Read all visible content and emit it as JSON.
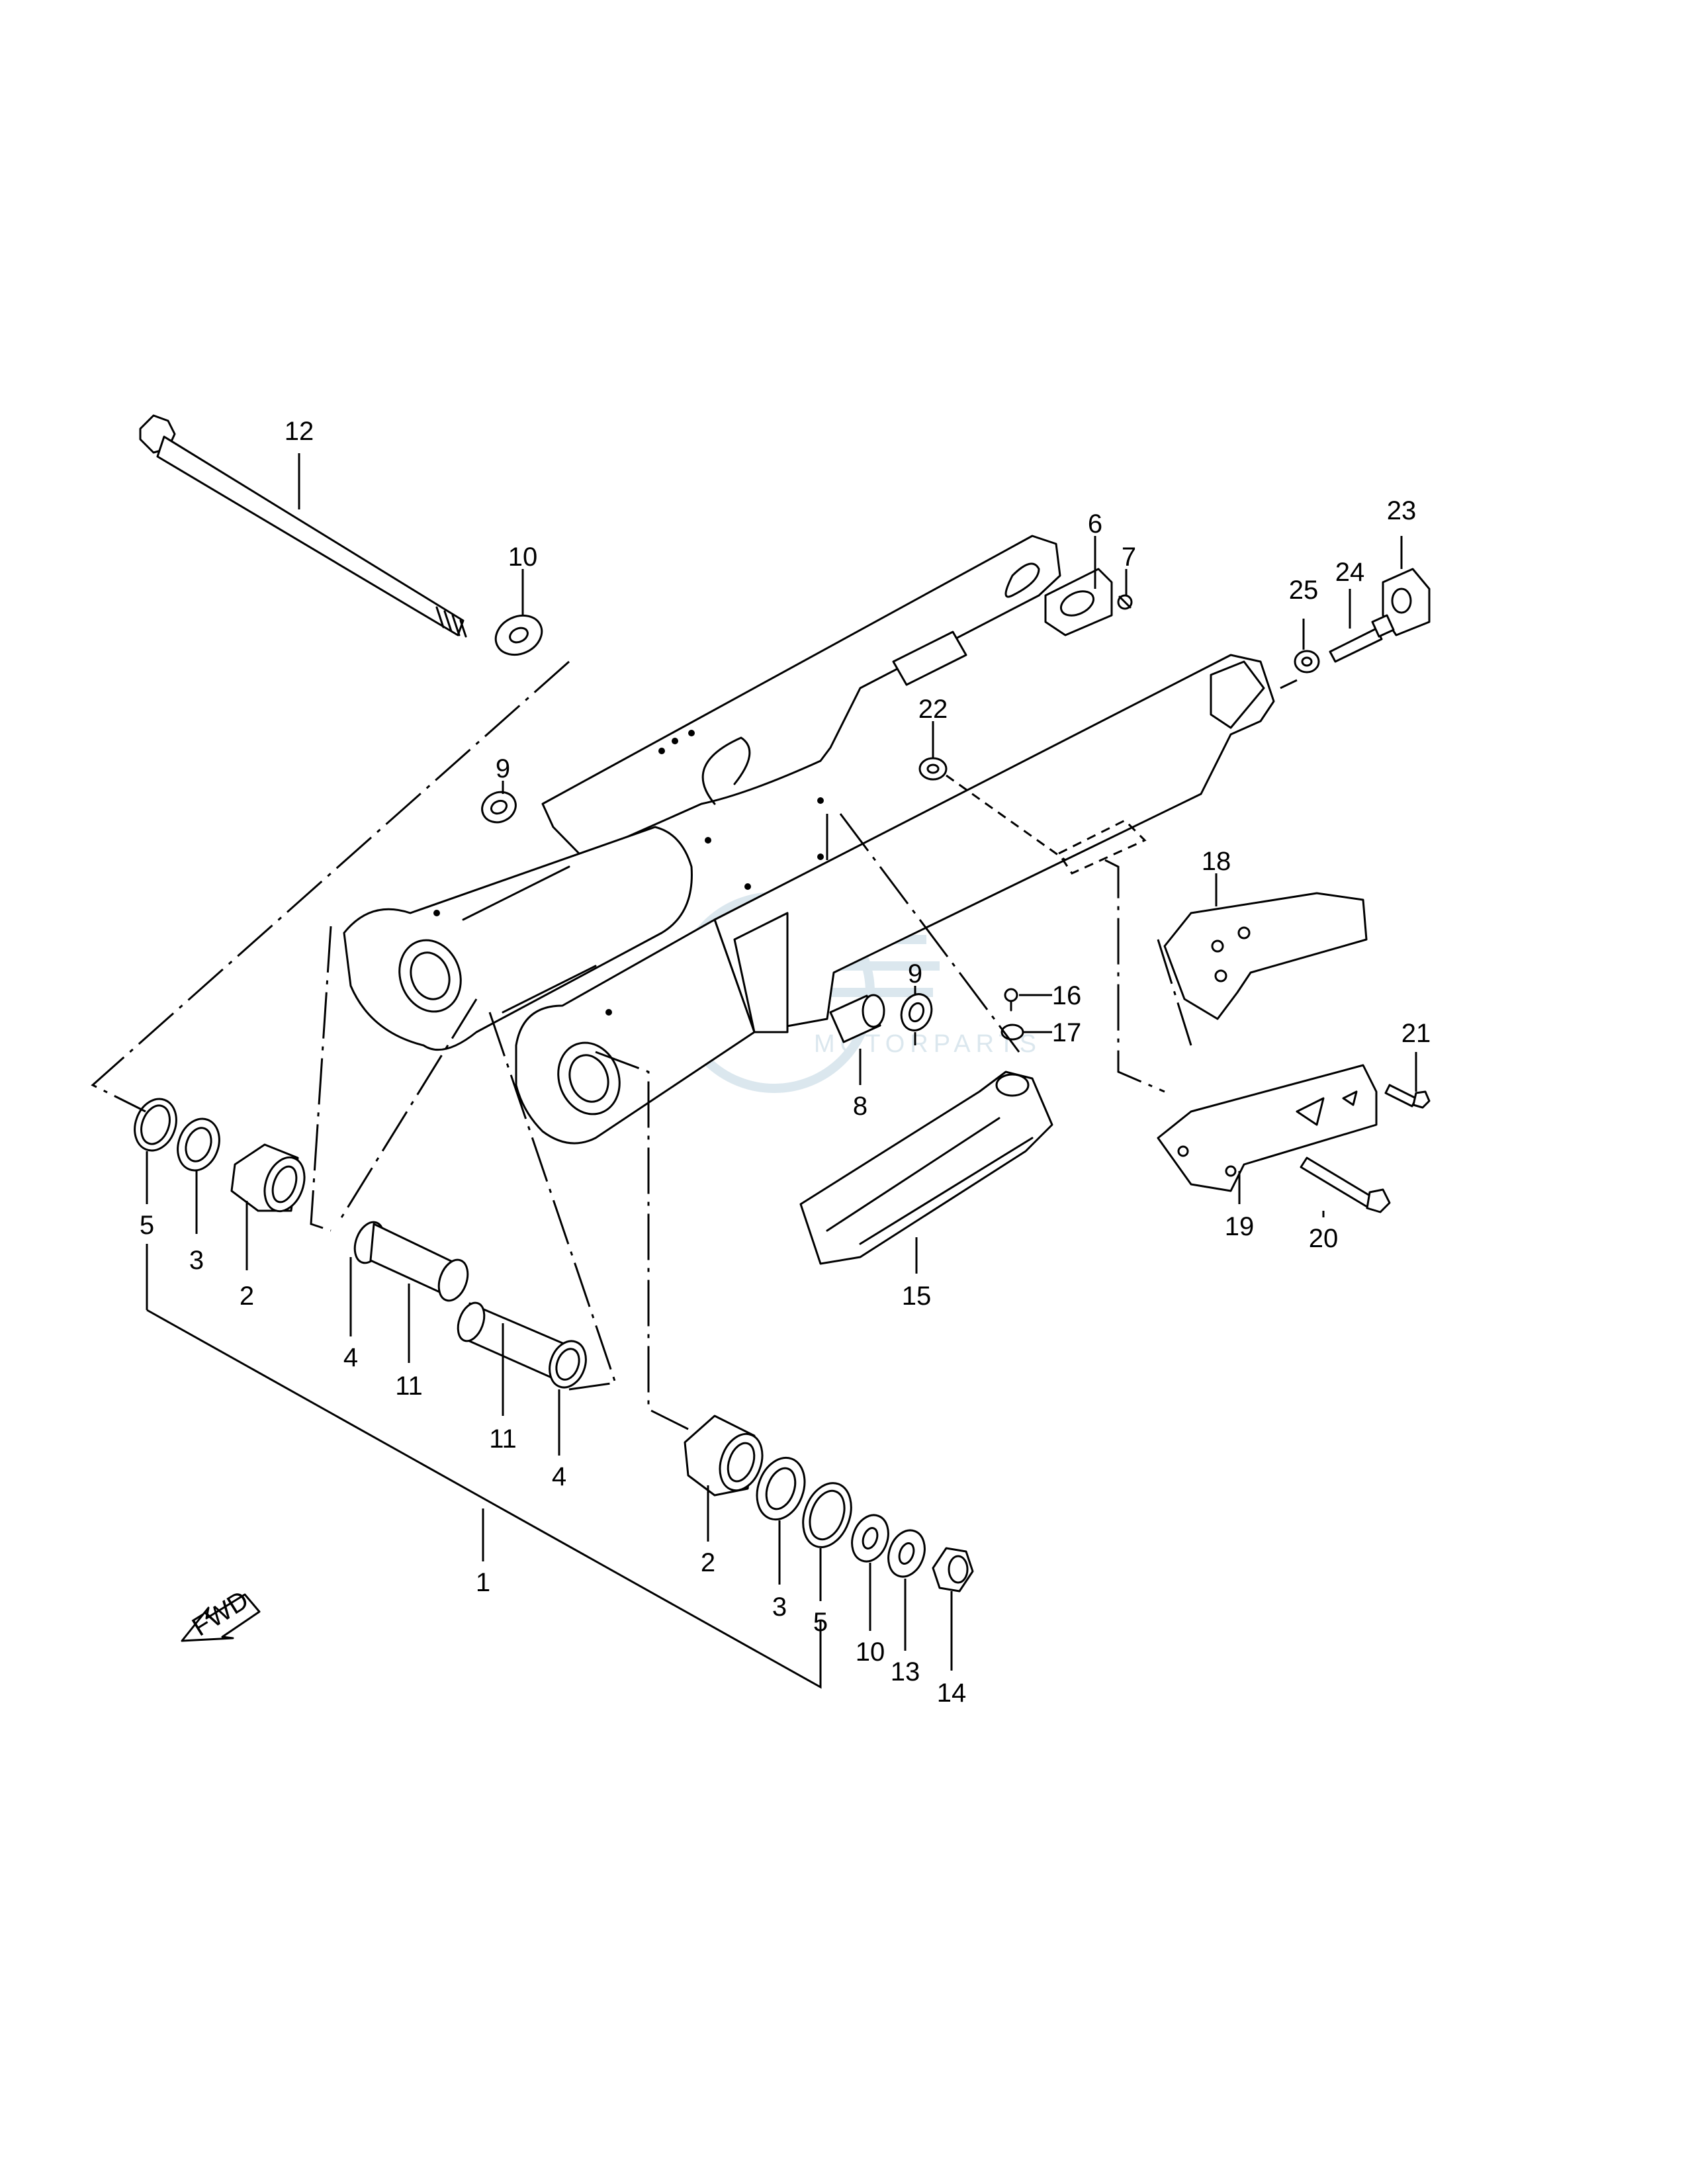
{
  "diagram": {
    "parts": [
      {
        "id": "p1",
        "label": "1"
      },
      {
        "id": "p2a",
        "label": "2"
      },
      {
        "id": "p2b",
        "label": "2"
      },
      {
        "id": "p3a",
        "label": "3"
      },
      {
        "id": "p3b",
        "label": "3"
      },
      {
        "id": "p4a",
        "label": "4"
      },
      {
        "id": "p4b",
        "label": "4"
      },
      {
        "id": "p5a",
        "label": "5"
      },
      {
        "id": "p5b",
        "label": "5"
      },
      {
        "id": "p6",
        "label": "6"
      },
      {
        "id": "p7",
        "label": "7"
      },
      {
        "id": "p8",
        "label": "8"
      },
      {
        "id": "p9a",
        "label": "9"
      },
      {
        "id": "p9b",
        "label": "9"
      },
      {
        "id": "p10a",
        "label": "10"
      },
      {
        "id": "p10b",
        "label": "10"
      },
      {
        "id": "p11a",
        "label": "11"
      },
      {
        "id": "p11b",
        "label": "11"
      },
      {
        "id": "p12",
        "label": "12"
      },
      {
        "id": "p13",
        "label": "13"
      },
      {
        "id": "p14",
        "label": "14"
      },
      {
        "id": "p15",
        "label": "15"
      },
      {
        "id": "p16",
        "label": "16"
      },
      {
        "id": "p17",
        "label": "17"
      },
      {
        "id": "p18",
        "label": "18"
      },
      {
        "id": "p19",
        "label": "19"
      },
      {
        "id": "p20",
        "label": "20"
      },
      {
        "id": "p21",
        "label": "21"
      },
      {
        "id": "p22",
        "label": "22"
      },
      {
        "id": "p23",
        "label": "23"
      },
      {
        "id": "p24",
        "label": "24"
      },
      {
        "id": "p25",
        "label": "25"
      }
    ],
    "direction_arrow": "FWD",
    "watermark": {
      "logo_text": "MOTORPARTS"
    }
  }
}
